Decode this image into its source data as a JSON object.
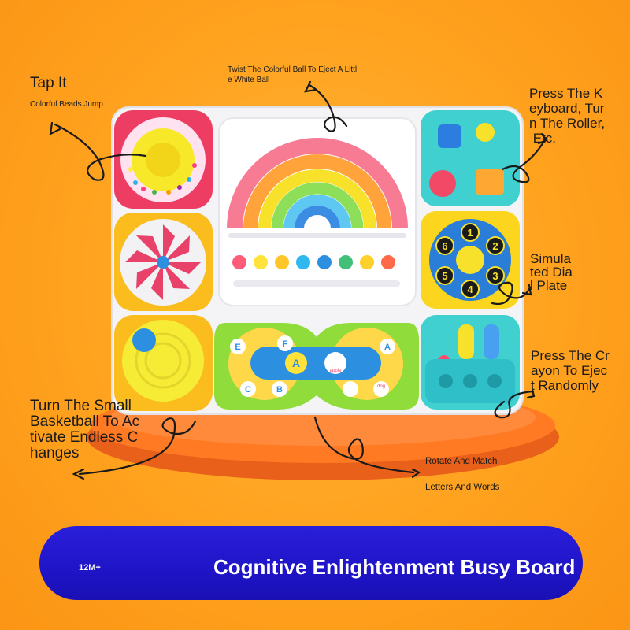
{
  "callouts": {
    "tap_title": "Tap It",
    "tap_sub": "Colorful Beads Jump",
    "twist_line1": "Twist The Colorful Ball To Eject A Littl",
    "twist_line2": "e White Ball",
    "keyboard_line1": "Press The K",
    "keyboard_line2": "eyboard, Tur",
    "keyboard_line3": "n The Roller,",
    "keyboard_line4": " Etc.",
    "dial_line1": "Simula",
    "dial_line2": "ted Dia",
    "dial_line3": "l Plate",
    "crayon_line1": "Press The Cr",
    "crayon_line2": "ayon To Ejec",
    "crayon_line3": "t Randomly",
    "basketball_line1": "Turn The Small",
    "basketball_line2": "Basketball To Ac",
    "basketball_line3": "tivate Endless C",
    "basketball_line4": "hanges",
    "rotate_line1": "Rotate And Match",
    "rotate_line2": "Letters And Words"
  },
  "banner": {
    "age": "12M+",
    "title": "Cognitive Enlightenment Busy Board"
  },
  "board": {
    "dial_numbers": [
      "1",
      "2",
      "3",
      "4",
      "5",
      "6"
    ],
    "letters": [
      "E",
      "F",
      "A",
      "C",
      "B",
      "A"
    ],
    "words": [
      "apple",
      "dog"
    ]
  },
  "colors": {
    "background": "#ffa21e",
    "banner": "#1f14c7",
    "board": "#ffffff",
    "stand": "#f0701c"
  }
}
